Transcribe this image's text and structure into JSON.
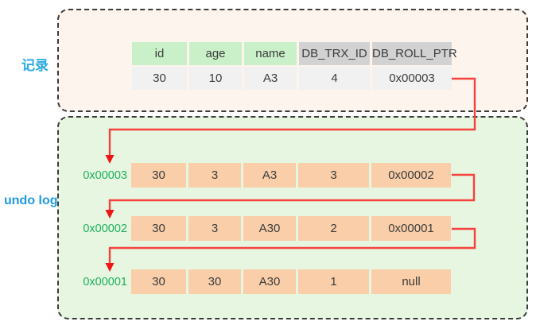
{
  "labels": {
    "record": "记录",
    "undo_log": "undo log"
  },
  "record_table": {
    "headers": [
      "id",
      "age",
      "name",
      "DB_TRX_ID",
      "DB_ROLL_PTR"
    ],
    "values": [
      "30",
      "10",
      "A3",
      "4",
      "0x00003"
    ]
  },
  "undo_log": {
    "rows": [
      {
        "pointer": "0x00003",
        "cells": [
          "30",
          "3",
          "A3",
          "3",
          "0x00002"
        ]
      },
      {
        "pointer": "0x00002",
        "cells": [
          "30",
          "3",
          "A30",
          "2",
          "0x00001"
        ]
      },
      {
        "pointer": "0x00001",
        "cells": [
          "30",
          "30",
          "A30",
          "1",
          "null"
        ]
      }
    ]
  },
  "colors": {
    "record_label_text": "#29abe2",
    "undo_label_text": "#1e9be5",
    "pointer_label_text": "#1fb05e",
    "arrow": "#f6413c",
    "record_panel_bg": "#fcf4ed",
    "undo_panel_bg": "#e6f6e1",
    "header_green_bg": "#c9f0c8",
    "header_gray_bg": "#d2d2d2",
    "value_row_bg": "#f1f1f1",
    "undo_cell_bg": "#f9cea9",
    "dashed_border": "#3b3b3b"
  }
}
